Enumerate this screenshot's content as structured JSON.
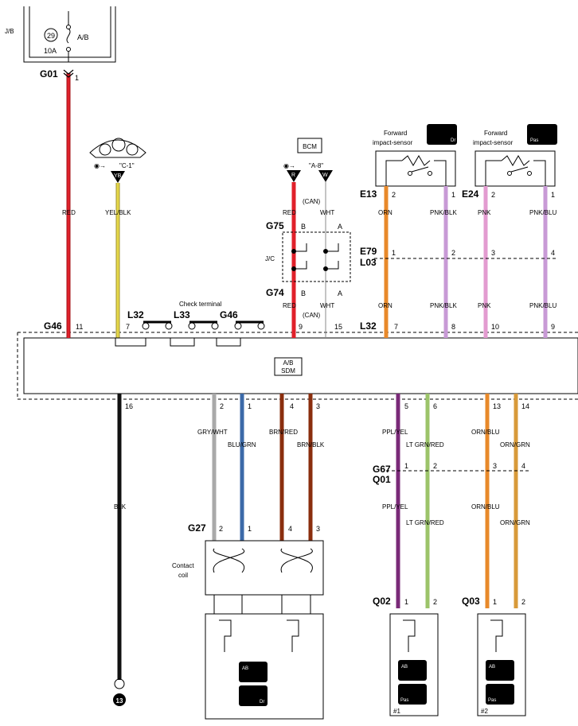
{
  "fuse_box": {
    "jb_label": "J/B",
    "fuse_no": "29",
    "fuse_rating": "10A",
    "fuse_name": "A/B"
  },
  "connectors": {
    "g01": "G01",
    "g46": "G46",
    "g75": "G75",
    "g74": "G74",
    "e13": "E13",
    "e24": "E24",
    "e79": "E79",
    "l03": "L03",
    "l32": "L32",
    "l32b": "L32",
    "l33": "L33",
    "g46b": "G46",
    "g27": "G27",
    "g67": "G67",
    "q01": "Q01",
    "q02": "Q02",
    "q03": "Q03"
  },
  "pins": {
    "g01_1": "1",
    "g46_11": "11",
    "g46_7": "7",
    "g46_9": "9",
    "g46_15": "15",
    "e13_2": "2",
    "e13_1": "1",
    "e24_2": "2",
    "e24_1": "1",
    "e79_1": "1",
    "e79_2": "2",
    "e79_3": "3",
    "e79_4": "4",
    "l32_7": "7",
    "l32_8": "8",
    "l32_10": "10",
    "l32_9": "9",
    "s16": "16",
    "s2": "2",
    "s1": "1",
    "s4": "4",
    "s3": "3",
    "s5": "5",
    "s6": "6",
    "s13": "13",
    "s14": "14",
    "g67_1": "1",
    "g67_2": "2",
    "g67_3": "3",
    "g67_4": "4",
    "g27_2": "2",
    "g27_1": "1",
    "g27_4": "4",
    "g27_3": "3",
    "q02_1": "1",
    "q02_2": "2",
    "q03_1": "1",
    "q03_2": "2",
    "jc_b1": "B",
    "jc_a1": "A",
    "jc_b2": "B",
    "jc_a2": "A"
  },
  "wires": {
    "red1": "RED",
    "yelblk": "YEL/BLK",
    "red2": "RED",
    "wht1": "WHT",
    "red3": "RED",
    "wht2": "WHT",
    "orn1": "ORN",
    "pnkblk1": "PNK/BLK",
    "pnk1": "PNK",
    "pnkblu1": "PNK/BLU",
    "orn2": "ORN",
    "pnkblk2": "PNK/BLK",
    "pnk2": "PNK",
    "pnkblu2": "PNK/BLU",
    "blk": "BLK",
    "grywht": "GRY/WHT",
    "blugrn": "BLU/GRN",
    "brnred": "BRN/RED",
    "brnblk": "BRN/BLK",
    "pplyel1": "PPL/YEL",
    "ltgrnred1": "LT GRN/RED",
    "ornblu1": "ORN/BLU",
    "orngrn1": "ORN/GRN",
    "pplyel2": "PPL/YEL",
    "ltgrnred2": "LT GRN/RED",
    "ornblu2": "ORN/BLU",
    "orngrn2": "ORN/GRN"
  },
  "labels": {
    "can1": "(CAN)",
    "can2": "(CAN)",
    "jc": "J/C",
    "check_terminal": "Check terminal",
    "sensor_left": "Forward",
    "sensor_left2": "impact-sensor",
    "sensor_right": "Forward",
    "sensor_right2": "impact-sensor",
    "bcm": "BCM",
    "ref_c1": "\"C-1\"",
    "ref_a8": "\"A-8\"",
    "yb": "YB",
    "r": "R",
    "w": "W",
    "sdm1": "A/B",
    "sdm2": "SDM",
    "contact": "Contact",
    "coil": "coil",
    "ground": "13",
    "num1": "#1",
    "num2": "#2",
    "ab": "AB",
    "dr": "Dr",
    "pas": "Pas"
  },
  "colors": {
    "red": "#e0202a",
    "yellow": "#e6d84a",
    "orange": "#e8892a",
    "pink": "#e39bd0",
    "pinkblu": "#c89ad6",
    "gray": "#a9a9a9",
    "blue": "#3c6aa8",
    "brown": "#8a2e0e",
    "purple": "#7a2a78",
    "ltgreen": "#9cc46a",
    "orngrn": "#d89a3a",
    "black": "#111111"
  }
}
